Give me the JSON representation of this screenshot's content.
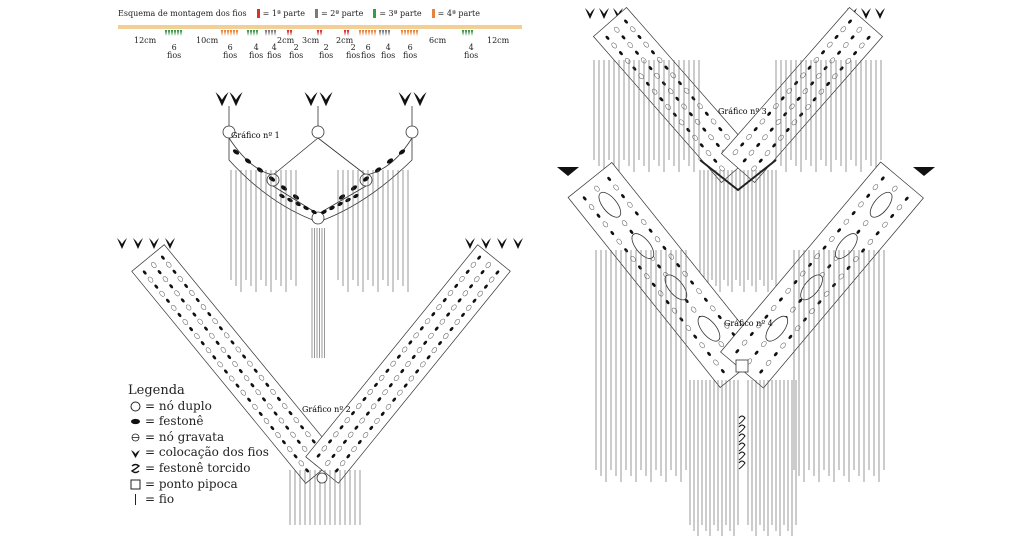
{
  "header": {
    "title": "Esquema de montagem dos fios",
    "parts": [
      {
        "label": "= 1ª parte",
        "color": "#d9322b"
      },
      {
        "label": "= 2ª parte",
        "color": "#7a7a7a"
      },
      {
        "label": "= 3ª parte",
        "color": "#3a9a4a"
      },
      {
        "label": "= 4ª parte",
        "color": "#e8843a"
      }
    ]
  },
  "strip": {
    "distances": [
      "12cm",
      "10cm",
      "2cm",
      "3cm",
      "2cm",
      "6cm",
      "12cm"
    ],
    "counts": [
      "6",
      "6",
      "4",
      "4",
      "2",
      "2",
      "2",
      "6",
      "4",
      "6",
      "4"
    ],
    "unit": "fios"
  },
  "graphs": [
    {
      "label": "Gráfico nº 1"
    },
    {
      "label": "Gráfico nº 2"
    },
    {
      "label": "Gráfico nº 3"
    },
    {
      "label": "Gráfico nº 4"
    }
  ],
  "legend": {
    "title": "Legenda",
    "items": [
      {
        "icon": "circle-icon",
        "label": "= nó duplo"
      },
      {
        "icon": "festone-icon",
        "label": "= festonê"
      },
      {
        "icon": "gravata-icon",
        "label": "= nó gravata"
      },
      {
        "icon": "placement-icon",
        "label": "= colocação dos fios"
      },
      {
        "icon": "twisted-icon",
        "label": "= festonê torcido"
      },
      {
        "icon": "square-icon",
        "label": "= ponto pipoca"
      },
      {
        "icon": "line-icon",
        "label": "= fio"
      }
    ]
  }
}
